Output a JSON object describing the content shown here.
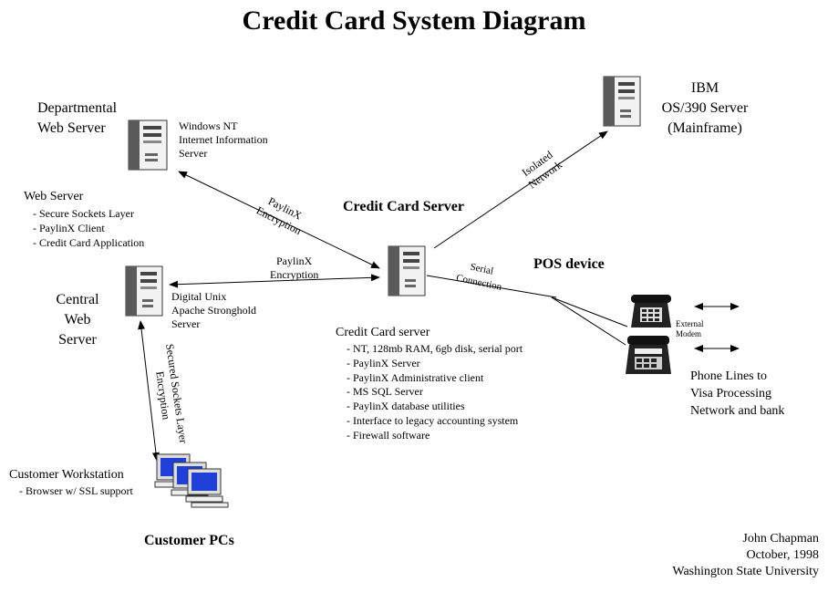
{
  "title": "Credit Card System Diagram",
  "departmental": {
    "name_lines": [
      "Departmental",
      "Web Server"
    ],
    "os_lines": [
      "Windows NT",
      "Internet Information",
      "Server"
    ]
  },
  "web_server": {
    "heading": "Web Server",
    "items": [
      "- Secure Sockets Layer",
      "- PaylinX Client",
      "- Credit Card Application"
    ]
  },
  "central": {
    "name_lines": [
      "Central",
      "Web",
      "Server"
    ],
    "os_lines": [
      "Digital Unix",
      "Apache Stronghold",
      "Server"
    ]
  },
  "credit_card_server": {
    "label": "Credit Card Server",
    "heading": "Credit Card server",
    "items": [
      "- NT, 128mb RAM, 6gb disk, serial port",
      "- PaylinX Server",
      "- PaylinX Administrative client",
      "- MS SQL Server",
      "- PaylinX database utilities",
      "- Interface to legacy accounting system",
      "- Firewall software"
    ]
  },
  "ibm": {
    "lines": [
      "IBM",
      "OS/390 Server",
      "(Mainframe)"
    ]
  },
  "links": {
    "paylinx_upper": [
      "PaylinX",
      "Encryption"
    ],
    "paylinx_lower": [
      "PaylinX",
      "Encryption"
    ],
    "isolated": [
      "Isolated",
      "Network"
    ],
    "serial": [
      "Serial",
      "Connection"
    ],
    "ssl": [
      "Secured Sockets Layer",
      "Encryption"
    ]
  },
  "pos": {
    "label": "POS device",
    "modem_lines": [
      "External",
      "Modem"
    ],
    "phone_lines": [
      "Phone Lines to",
      "Visa Processing",
      "Network and bank"
    ]
  },
  "customer": {
    "heading": "Customer Workstation",
    "item": "- Browser w/ SSL support",
    "label": "Customer PCs"
  },
  "credit": {
    "lines": [
      "John Chapman",
      "October, 1998",
      "Washington State University"
    ]
  },
  "colors": {
    "screen": "#1f3fd6",
    "server_body": "#f2f2f2",
    "server_dark": "#5a5a5a"
  }
}
